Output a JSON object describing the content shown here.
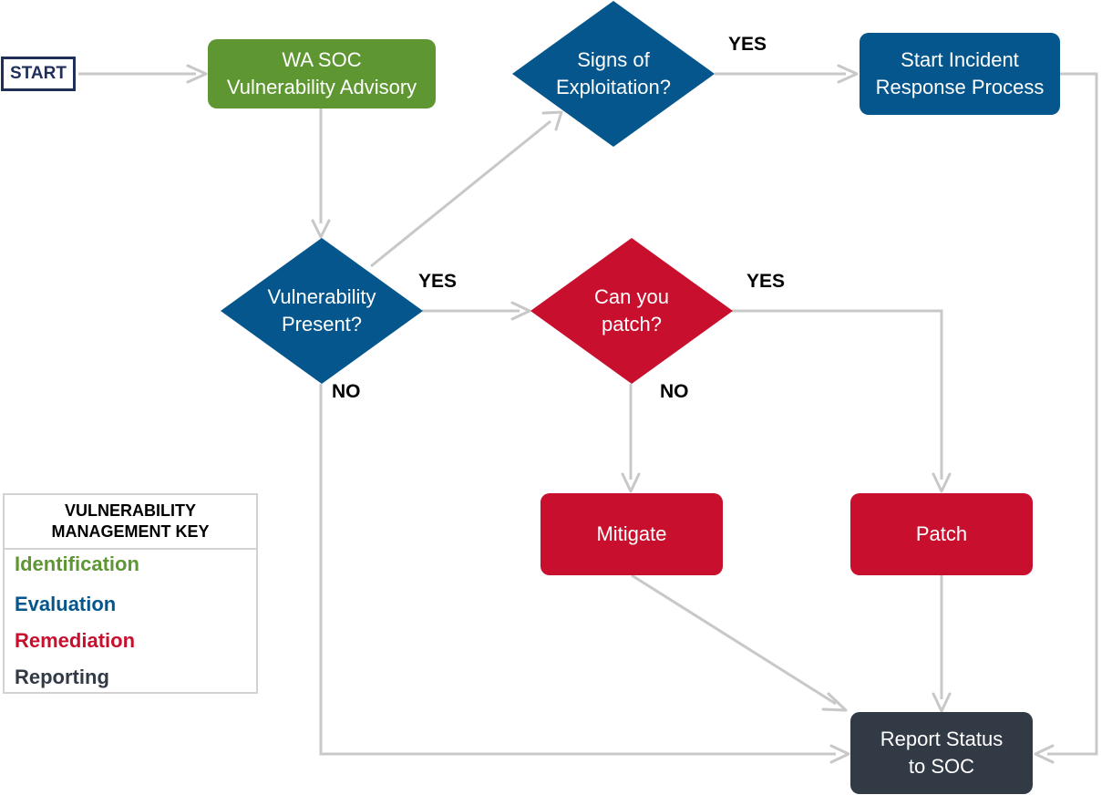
{
  "colors": {
    "identification": "#5e9732",
    "evaluation": "#05568c",
    "remediation": "#c8102e",
    "reporting": "#323a46",
    "start_border": "#1f2f5a",
    "connector": "#c8c8c8"
  },
  "start": {
    "label": "START"
  },
  "nodes": {
    "advisory": {
      "label": "WA SOC\nVulnerability Advisory"
    },
    "vuln_present": {
      "label": "Vulnerability\nPresent?"
    },
    "exploitation": {
      "label": "Signs of\nExploitation?"
    },
    "incident": {
      "label": "Start Incident\nResponse Process"
    },
    "can_patch": {
      "label": "Can you\npatch?"
    },
    "mitigate": {
      "label": "Mitigate"
    },
    "patch": {
      "label": "Patch"
    },
    "report": {
      "label": "Report Status\nto SOC"
    }
  },
  "edge_labels": {
    "exploitation_yes": "YES",
    "vuln_yes": "YES",
    "vuln_no": "NO",
    "patch_yes": "YES",
    "patch_no": "NO"
  },
  "legend": {
    "title": "VULNERABILITY\nMANAGEMENT KEY",
    "items": [
      {
        "label": "Identification",
        "color": "#5e9732"
      },
      {
        "label": "Evaluation",
        "color": "#05568c"
      },
      {
        "label": "Remediation",
        "color": "#c8102e"
      },
      {
        "label": "Reporting",
        "color": "#323a46"
      }
    ]
  }
}
